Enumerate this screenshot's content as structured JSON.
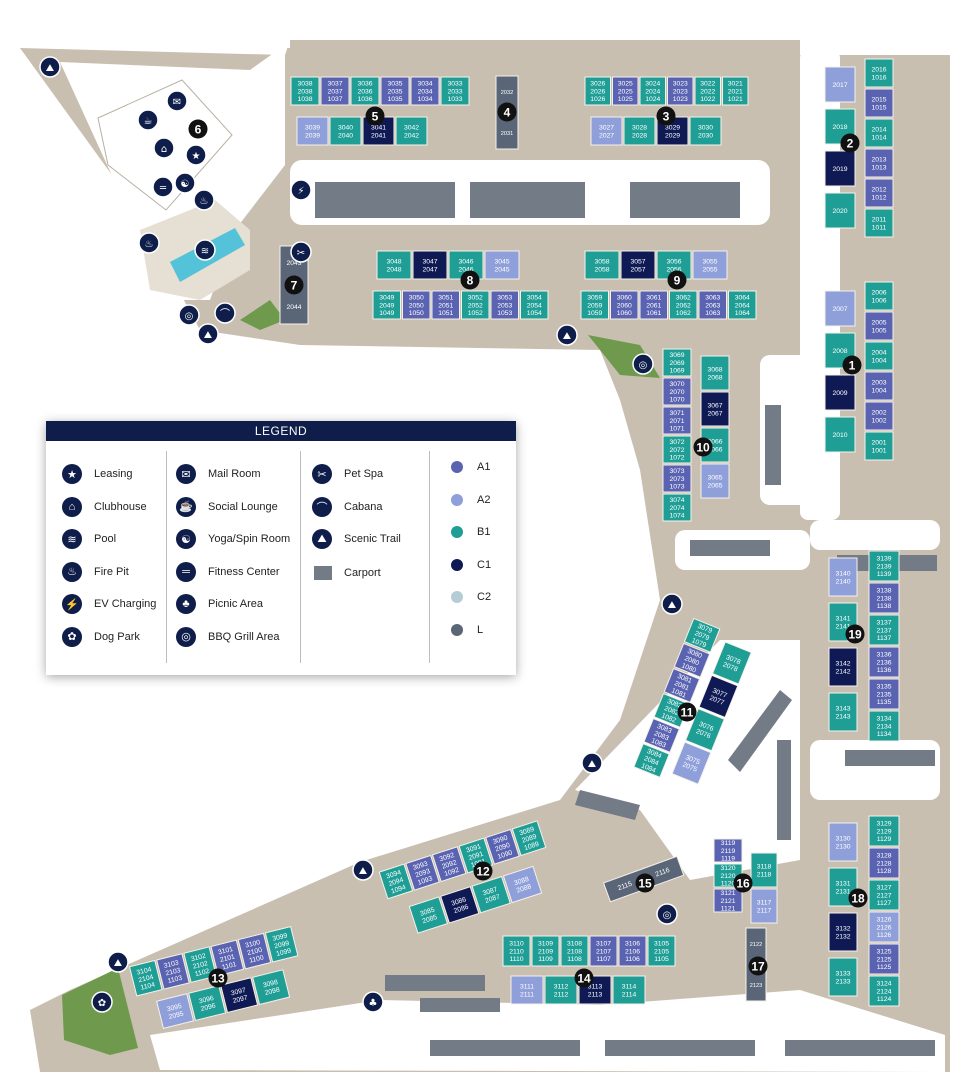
{
  "colors": {
    "A1": "#5a63b1",
    "A2": "#8f9fda",
    "B1": "#1f9e96",
    "C1": "#0f1a55",
    "C2": "#b4cdd4",
    "L": "#5a6678",
    "ground": "#c9bfb1",
    "legend_head": "#0f1d4a",
    "carport": "#737b86"
  },
  "legend": {
    "title": "LEGEND",
    "col1": [
      {
        "icon": "star-icon",
        "glyph": "★",
        "label": "Leasing"
      },
      {
        "icon": "clubhouse-icon",
        "glyph": "⌂",
        "label": "Clubhouse"
      },
      {
        "icon": "pool-icon",
        "glyph": "≋",
        "label": "Pool"
      },
      {
        "icon": "fire-pit-icon",
        "glyph": "♨",
        "label": "Fire Pit"
      },
      {
        "icon": "ev-charging-icon",
        "glyph": "⚡",
        "label": "EV Charging"
      },
      {
        "icon": "paw-icon",
        "glyph": "✿",
        "label": "Dog Park"
      }
    ],
    "col2": [
      {
        "icon": "mail-icon",
        "glyph": "✉",
        "label": "Mail Room"
      },
      {
        "icon": "lounge-icon",
        "glyph": "☕",
        "label": "Social Lounge"
      },
      {
        "icon": "yoga-icon",
        "glyph": "☯",
        "label": "Yoga/Spin Room"
      },
      {
        "icon": "dumbbell-icon",
        "glyph": "═",
        "label": "Fitness Center"
      },
      {
        "icon": "picnic-icon",
        "glyph": "♣",
        "label": "Picnic Area"
      },
      {
        "icon": "grill-icon",
        "glyph": "◎",
        "label": "BBQ Grill Area"
      }
    ],
    "col3": [
      {
        "icon": "pet-spa-icon",
        "glyph": "✂",
        "label": "Pet Spa"
      },
      {
        "icon": "cabana-icon",
        "glyph": "⌒",
        "label": "Cabana"
      },
      {
        "icon": "trail-icon",
        "glyph": "⛰",
        "label": "Scenic Trail"
      }
    ],
    "carport_label": "Carport",
    "types": [
      {
        "key": "A1",
        "label": "A1"
      },
      {
        "key": "A2",
        "label": "A2"
      },
      {
        "key": "B1",
        "label": "B1"
      },
      {
        "key": "C1",
        "label": "C1"
      },
      {
        "key": "C2",
        "label": "C2"
      },
      {
        "key": "L",
        "label": "L"
      }
    ]
  },
  "buildings": [
    {
      "n": "1",
      "units": [
        {
          "t": "A2",
          "l": [
            "2007"
          ]
        },
        {
          "t": "B1",
          "l": [
            "2008"
          ]
        },
        {
          "t": "C1",
          "l": [
            "2009"
          ]
        },
        {
          "t": "B1",
          "l": [
            "2010"
          ]
        },
        {
          "t": "B1",
          "l": [
            "2006",
            "1006"
          ]
        },
        {
          "t": "A1",
          "l": [
            "2005",
            "1005"
          ]
        },
        {
          "t": "B1",
          "l": [
            "2004",
            "1004"
          ]
        },
        {
          "t": "A1",
          "l": [
            "2003",
            "1004"
          ]
        },
        {
          "t": "A1",
          "l": [
            "2002",
            "1002"
          ]
        },
        {
          "t": "B1",
          "l": [
            "2001",
            "1001"
          ]
        }
      ]
    },
    {
      "n": "2",
      "units": [
        {
          "t": "A2",
          "l": [
            "2017"
          ]
        },
        {
          "t": "B1",
          "l": [
            "2018"
          ]
        },
        {
          "t": "C1",
          "l": [
            "2019"
          ]
        },
        {
          "t": "B1",
          "l": [
            "2020"
          ]
        },
        {
          "t": "B1",
          "l": [
            "2016",
            "1016"
          ]
        },
        {
          "t": "A1",
          "l": [
            "2015",
            "1015"
          ]
        },
        {
          "t": "B1",
          "l": [
            "2014",
            "1014"
          ]
        },
        {
          "t": "A1",
          "l": [
            "2013",
            "1013"
          ]
        },
        {
          "t": "A1",
          "l": [
            "2012",
            "1012"
          ]
        },
        {
          "t": "B1",
          "l": [
            "2011",
            "1011"
          ]
        }
      ]
    },
    {
      "n": "3",
      "units": [
        {
          "t": "B1",
          "l": [
            "3026",
            "2026",
            "1026"
          ]
        },
        {
          "t": "A1",
          "l": [
            "3025",
            "2025",
            "1025"
          ]
        },
        {
          "t": "B1",
          "l": [
            "3024",
            "2024",
            "1024"
          ]
        },
        {
          "t": "A1",
          "l": [
            "3023",
            "2023",
            "1023"
          ]
        },
        {
          "t": "B1",
          "l": [
            "3022",
            "2022",
            "1022"
          ]
        },
        {
          "t": "B1",
          "l": [
            "3021",
            "2021",
            "1021"
          ]
        },
        {
          "t": "A2",
          "l": [
            "3027",
            "2027"
          ]
        },
        {
          "t": "B1",
          "l": [
            "3028",
            "2028"
          ]
        },
        {
          "t": "C1",
          "l": [
            "3029",
            "2029"
          ]
        },
        {
          "t": "B1",
          "l": [
            "3030",
            "2030"
          ]
        }
      ]
    },
    {
      "n": "4",
      "units": [
        {
          "t": "L",
          "l": [
            "2032",
            "2031"
          ]
        }
      ]
    },
    {
      "n": "5",
      "units": [
        {
          "t": "B1",
          "l": [
            "3038",
            "2038",
            "1038"
          ]
        },
        {
          "t": "A1",
          "l": [
            "3037",
            "2037",
            "1037"
          ]
        },
        {
          "t": "B1",
          "l": [
            "3036",
            "2036",
            "1036"
          ]
        },
        {
          "t": "A1",
          "l": [
            "3035",
            "2035",
            "1035"
          ]
        },
        {
          "t": "A1",
          "l": [
            "3034",
            "2034",
            "1034"
          ]
        },
        {
          "t": "B1",
          "l": [
            "3033",
            "2033",
            "1033"
          ]
        },
        {
          "t": "A2",
          "l": [
            "3039",
            "2039"
          ]
        },
        {
          "t": "B1",
          "l": [
            "3040",
            "2040"
          ]
        },
        {
          "t": "C1",
          "l": [
            "3041",
            "2041"
          ]
        },
        {
          "t": "B1",
          "l": [
            "3042",
            "2042"
          ]
        }
      ]
    },
    {
      "n": "7",
      "units": [
        {
          "t": "L",
          "l": [
            "2043",
            "2044"
          ]
        }
      ]
    },
    {
      "n": "8",
      "units": [
        {
          "t": "B1",
          "l": [
            "3048",
            "2048"
          ]
        },
        {
          "t": "C1",
          "l": [
            "3047",
            "2047"
          ]
        },
        {
          "t": "B1",
          "l": [
            "3046",
            "2046"
          ]
        },
        {
          "t": "A2",
          "l": [
            "3045",
            "2045"
          ]
        },
        {
          "t": "B1",
          "l": [
            "3049",
            "2049",
            "1049"
          ]
        },
        {
          "t": "A1",
          "l": [
            "3050",
            "2050",
            "1050"
          ]
        },
        {
          "t": "A1",
          "l": [
            "3051",
            "2051",
            "1051"
          ]
        },
        {
          "t": "B1",
          "l": [
            "3052",
            "2052",
            "1052"
          ]
        },
        {
          "t": "A1",
          "l": [
            "3053",
            "2053",
            "1053"
          ]
        },
        {
          "t": "B1",
          "l": [
            "3054",
            "2054",
            "1054"
          ]
        }
      ]
    },
    {
      "n": "9",
      "units": [
        {
          "t": "B1",
          "l": [
            "3058",
            "2058"
          ]
        },
        {
          "t": "C1",
          "l": [
            "3057",
            "2057"
          ]
        },
        {
          "t": "B1",
          "l": [
            "3056",
            "2056"
          ]
        },
        {
          "t": "A2",
          "l": [
            "3055",
            "2055"
          ]
        },
        {
          "t": "B1",
          "l": [
            "3059",
            "2059",
            "1059"
          ]
        },
        {
          "t": "A1",
          "l": [
            "3060",
            "2060",
            "1060"
          ]
        },
        {
          "t": "A1",
          "l": [
            "3061",
            "2061",
            "1061"
          ]
        },
        {
          "t": "B1",
          "l": [
            "3062",
            "2062",
            "1062"
          ]
        },
        {
          "t": "A1",
          "l": [
            "3063",
            "2063",
            "1063"
          ]
        },
        {
          "t": "B1",
          "l": [
            "3064",
            "2064",
            "1064"
          ]
        }
      ]
    },
    {
      "n": "10",
      "units": [
        {
          "t": "B1",
          "l": [
            "3069",
            "2069",
            "1069"
          ]
        },
        {
          "t": "A1",
          "l": [
            "3070",
            "2070",
            "1070"
          ]
        },
        {
          "t": "A1",
          "l": [
            "3071",
            "2071",
            "1071"
          ]
        },
        {
          "t": "B1",
          "l": [
            "3072",
            "2072",
            "1072"
          ]
        },
        {
          "t": "A1",
          "l": [
            "3073",
            "2073",
            "1073"
          ]
        },
        {
          "t": "B1",
          "l": [
            "3074",
            "2074",
            "1074"
          ]
        },
        {
          "t": "B1",
          "l": [
            "3068",
            "2068"
          ]
        },
        {
          "t": "C1",
          "l": [
            "3067",
            "2067"
          ]
        },
        {
          "t": "B1",
          "l": [
            "3066",
            "2066"
          ]
        },
        {
          "t": "A2",
          "l": [
            "3065",
            "2065"
          ]
        }
      ]
    },
    {
      "n": "11",
      "units": [
        {
          "t": "B1",
          "l": [
            "3079",
            "2079",
            "1079"
          ]
        },
        {
          "t": "A1",
          "l": [
            "3080",
            "2080",
            "1080"
          ]
        },
        {
          "t": "A1",
          "l": [
            "3081",
            "2081",
            "1081"
          ]
        },
        {
          "t": "B1",
          "l": [
            "3082",
            "2082",
            "1082"
          ]
        },
        {
          "t": "A1",
          "l": [
            "3083",
            "2083",
            "1083"
          ]
        },
        {
          "t": "B1",
          "l": [
            "3084",
            "2084",
            "1084"
          ]
        },
        {
          "t": "B1",
          "l": [
            "3078",
            "2078"
          ]
        },
        {
          "t": "C1",
          "l": [
            "3077",
            "2077"
          ]
        },
        {
          "t": "B1",
          "l": [
            "3076",
            "2076"
          ]
        },
        {
          "t": "A2",
          "l": [
            "3075",
            "2075"
          ]
        }
      ]
    },
    {
      "n": "12",
      "units": [
        {
          "t": "B1",
          "l": [
            "3094",
            "2094",
            "1094"
          ]
        },
        {
          "t": "A1",
          "l": [
            "3093",
            "2093",
            "1093"
          ]
        },
        {
          "t": "A1",
          "l": [
            "3092",
            "2092",
            "1092"
          ]
        },
        {
          "t": "B1",
          "l": [
            "3091",
            "2091",
            "1091"
          ]
        },
        {
          "t": "A1",
          "l": [
            "3090",
            "2090",
            "1090"
          ]
        },
        {
          "t": "B1",
          "l": [
            "3089",
            "2089",
            "1089"
          ]
        },
        {
          "t": "B1",
          "l": [
            "3085",
            "2085"
          ]
        },
        {
          "t": "C1",
          "l": [
            "3086",
            "2086"
          ]
        },
        {
          "t": "B1",
          "l": [
            "3087",
            "2087"
          ]
        },
        {
          "t": "A2",
          "l": [
            "3088",
            "2088"
          ]
        }
      ]
    },
    {
      "n": "13",
      "units": [
        {
          "t": "B1",
          "l": [
            "3104",
            "2104",
            "1104"
          ]
        },
        {
          "t": "A1",
          "l": [
            "3103",
            "2103",
            "1103"
          ]
        },
        {
          "t": "B1",
          "l": [
            "3102",
            "2102",
            "1102"
          ]
        },
        {
          "t": "A1",
          "l": [
            "3101",
            "2101",
            "1101"
          ]
        },
        {
          "t": "A1",
          "l": [
            "3100",
            "2100",
            "1100"
          ]
        },
        {
          "t": "B1",
          "l": [
            "3099",
            "2099",
            "1099"
          ]
        },
        {
          "t": "A2",
          "l": [
            "3095",
            "2095"
          ]
        },
        {
          "t": "B1",
          "l": [
            "3096",
            "2096"
          ]
        },
        {
          "t": "C1",
          "l": [
            "3097",
            "2097"
          ]
        },
        {
          "t": "B1",
          "l": [
            "3098",
            "2098"
          ]
        }
      ]
    },
    {
      "n": "14",
      "units": [
        {
          "t": "B1",
          "l": [
            "3110",
            "2110",
            "1110"
          ]
        },
        {
          "t": "B1",
          "l": [
            "3109",
            "2109",
            "1109"
          ]
        },
        {
          "t": "B1",
          "l": [
            "3108",
            "2108",
            "1108"
          ]
        },
        {
          "t": "A1",
          "l": [
            "3107",
            "2107",
            "1107"
          ]
        },
        {
          "t": "A1",
          "l": [
            "3106",
            "2106",
            "1106"
          ]
        },
        {
          "t": "B1",
          "l": [
            "3105",
            "2105",
            "1105"
          ]
        },
        {
          "t": "A2",
          "l": [
            "3111",
            "2111"
          ]
        },
        {
          "t": "B1",
          "l": [
            "3112",
            "2112"
          ]
        },
        {
          "t": "C1",
          "l": [
            "3113",
            "2113"
          ]
        },
        {
          "t": "B1",
          "l": [
            "3114",
            "2114"
          ]
        }
      ]
    },
    {
      "n": "15",
      "units": [
        {
          "t": "L",
          "l": [
            "2115",
            "2116"
          ]
        }
      ]
    },
    {
      "n": "16",
      "units": [
        {
          "t": "A1",
          "l": [
            "3119",
            "2119",
            "1119"
          ]
        },
        {
          "t": "B1",
          "l": [
            "3120",
            "2120",
            "1120"
          ]
        },
        {
          "t": "A1",
          "l": [
            "3121",
            "2121",
            "1121"
          ]
        },
        {
          "t": "B1",
          "l": [
            "3118",
            "2118"
          ]
        },
        {
          "t": "A2",
          "l": [
            "3117",
            "2117"
          ]
        }
      ]
    },
    {
      "n": "17",
      "units": [
        {
          "t": "L",
          "l": [
            "2122",
            "2123"
          ]
        }
      ]
    },
    {
      "n": "18",
      "units": [
        {
          "t": "A2",
          "l": [
            "3130",
            "2130"
          ]
        },
        {
          "t": "B1",
          "l": [
            "3131",
            "2131"
          ]
        },
        {
          "t": "C1",
          "l": [
            "3132",
            "2132"
          ]
        },
        {
          "t": "B1",
          "l": [
            "3133",
            "2133"
          ]
        },
        {
          "t": "B1",
          "l": [
            "3129",
            "2129",
            "1129"
          ]
        },
        {
          "t": "A1",
          "l": [
            "3128",
            "2128",
            "1128"
          ]
        },
        {
          "t": "B1",
          "l": [
            "3127",
            "2127",
            "1127"
          ]
        },
        {
          "t": "A2",
          "l": [
            "3126",
            "2126",
            "1126"
          ]
        },
        {
          "t": "A1",
          "l": [
            "3125",
            "2125",
            "1125"
          ]
        },
        {
          "t": "B1",
          "l": [
            "3124",
            "2124",
            "1124"
          ]
        }
      ]
    },
    {
      "n": "19",
      "units": [
        {
          "t": "A2",
          "l": [
            "3140",
            "2140"
          ]
        },
        {
          "t": "B1",
          "l": [
            "3141",
            "2141"
          ]
        },
        {
          "t": "C1",
          "l": [
            "3142",
            "2142"
          ]
        },
        {
          "t": "B1",
          "l": [
            "3143",
            "2143"
          ]
        },
        {
          "t": "B1",
          "l": [
            "3139",
            "2139",
            "1139"
          ]
        },
        {
          "t": "A1",
          "l": [
            "3138",
            "2138",
            "1138"
          ]
        },
        {
          "t": "B1",
          "l": [
            "3137",
            "2137",
            "1137"
          ]
        },
        {
          "t": "A1",
          "l": [
            "3136",
            "2136",
            "1136"
          ]
        },
        {
          "t": "A1",
          "l": [
            "3135",
            "2135",
            "1135"
          ]
        },
        {
          "t": "B1",
          "l": [
            "3134",
            "2134",
            "1134"
          ]
        }
      ]
    }
  ],
  "clubhouse_label": "6"
}
